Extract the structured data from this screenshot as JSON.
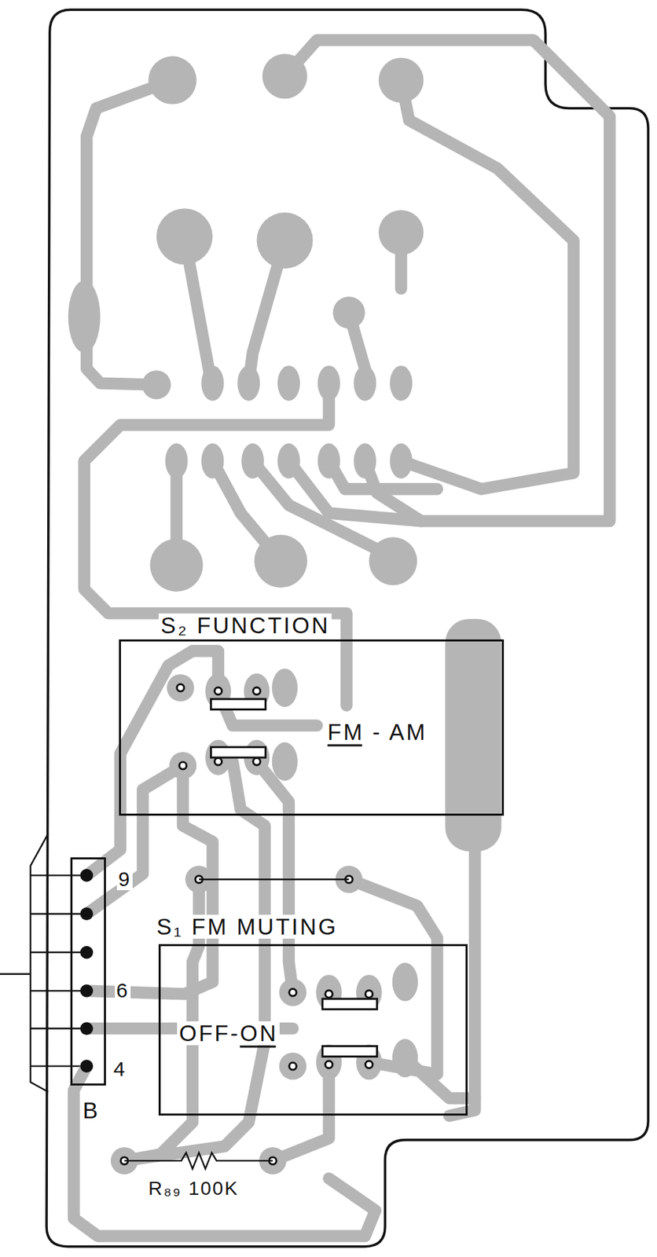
{
  "diagram": {
    "nodes": [
      {
        "text": [
          "S₂ FUNCTION",
          "FM - AM"
        ]
      },
      {
        "text": [
          "S₁ FM MUTING",
          "OFF-ON"
        ]
      },
      {
        "text": [
          "B"
        ]
      }
    ],
    "labels": [
      "9",
      "6",
      "4",
      "R₈₉ 100K"
    ]
  }
}
